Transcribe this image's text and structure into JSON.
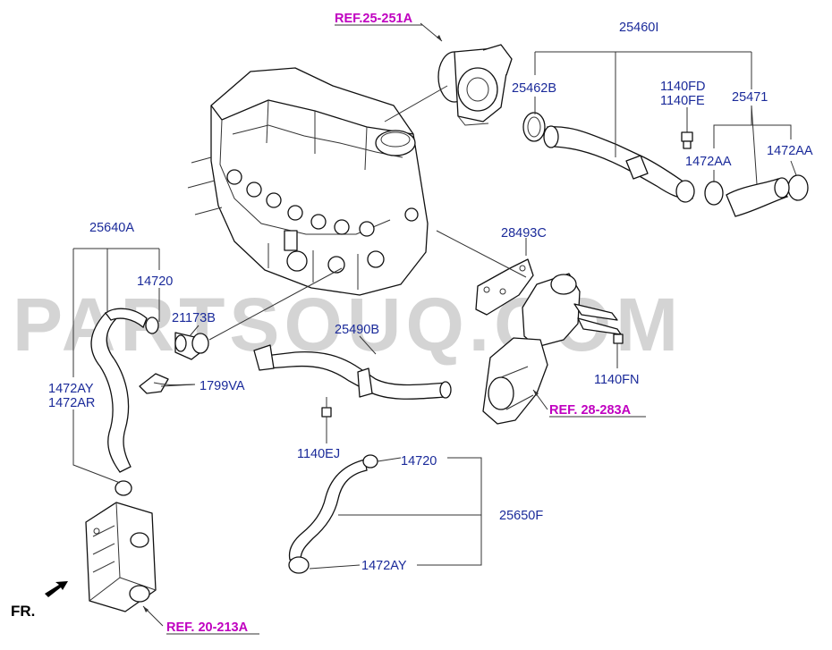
{
  "watermark": "PARTSOUQ.COM",
  "direction_marker": "FR.",
  "references": [
    {
      "id": "ref-25-251a",
      "text": "REF.25-251A"
    },
    {
      "id": "ref-28-283a",
      "text": "REF. 28-283A"
    },
    {
      "id": "ref-20-213a",
      "text": "REF. 20-213A"
    }
  ],
  "labels": [
    {
      "id": "25460i",
      "text": "25460I"
    },
    {
      "id": "25462b",
      "text": "25462B"
    },
    {
      "id": "1140fd",
      "text": "1140FD"
    },
    {
      "id": "1140fe",
      "text": "1140FE"
    },
    {
      "id": "25471",
      "text": "25471"
    },
    {
      "id": "1472aa-left",
      "text": "1472AA"
    },
    {
      "id": "1472aa-right",
      "text": "1472AA"
    },
    {
      "id": "25640a",
      "text": "25640A"
    },
    {
      "id": "14720-upper",
      "text": "14720"
    },
    {
      "id": "21173b",
      "text": "21173B"
    },
    {
      "id": "28493c",
      "text": "28493C"
    },
    {
      "id": "25490b",
      "text": "25490B"
    },
    {
      "id": "1799va",
      "text": "1799VA"
    },
    {
      "id": "1472ay-upper",
      "text": "1472AY"
    },
    {
      "id": "1472ar",
      "text": "1472AR"
    },
    {
      "id": "1140fn",
      "text": "1140FN"
    },
    {
      "id": "1140ej",
      "text": "1140EJ"
    },
    {
      "id": "14720-lower",
      "text": "14720"
    },
    {
      "id": "25650f",
      "text": "25650F"
    },
    {
      "id": "1472ay-lower",
      "text": "1472AY"
    }
  ]
}
